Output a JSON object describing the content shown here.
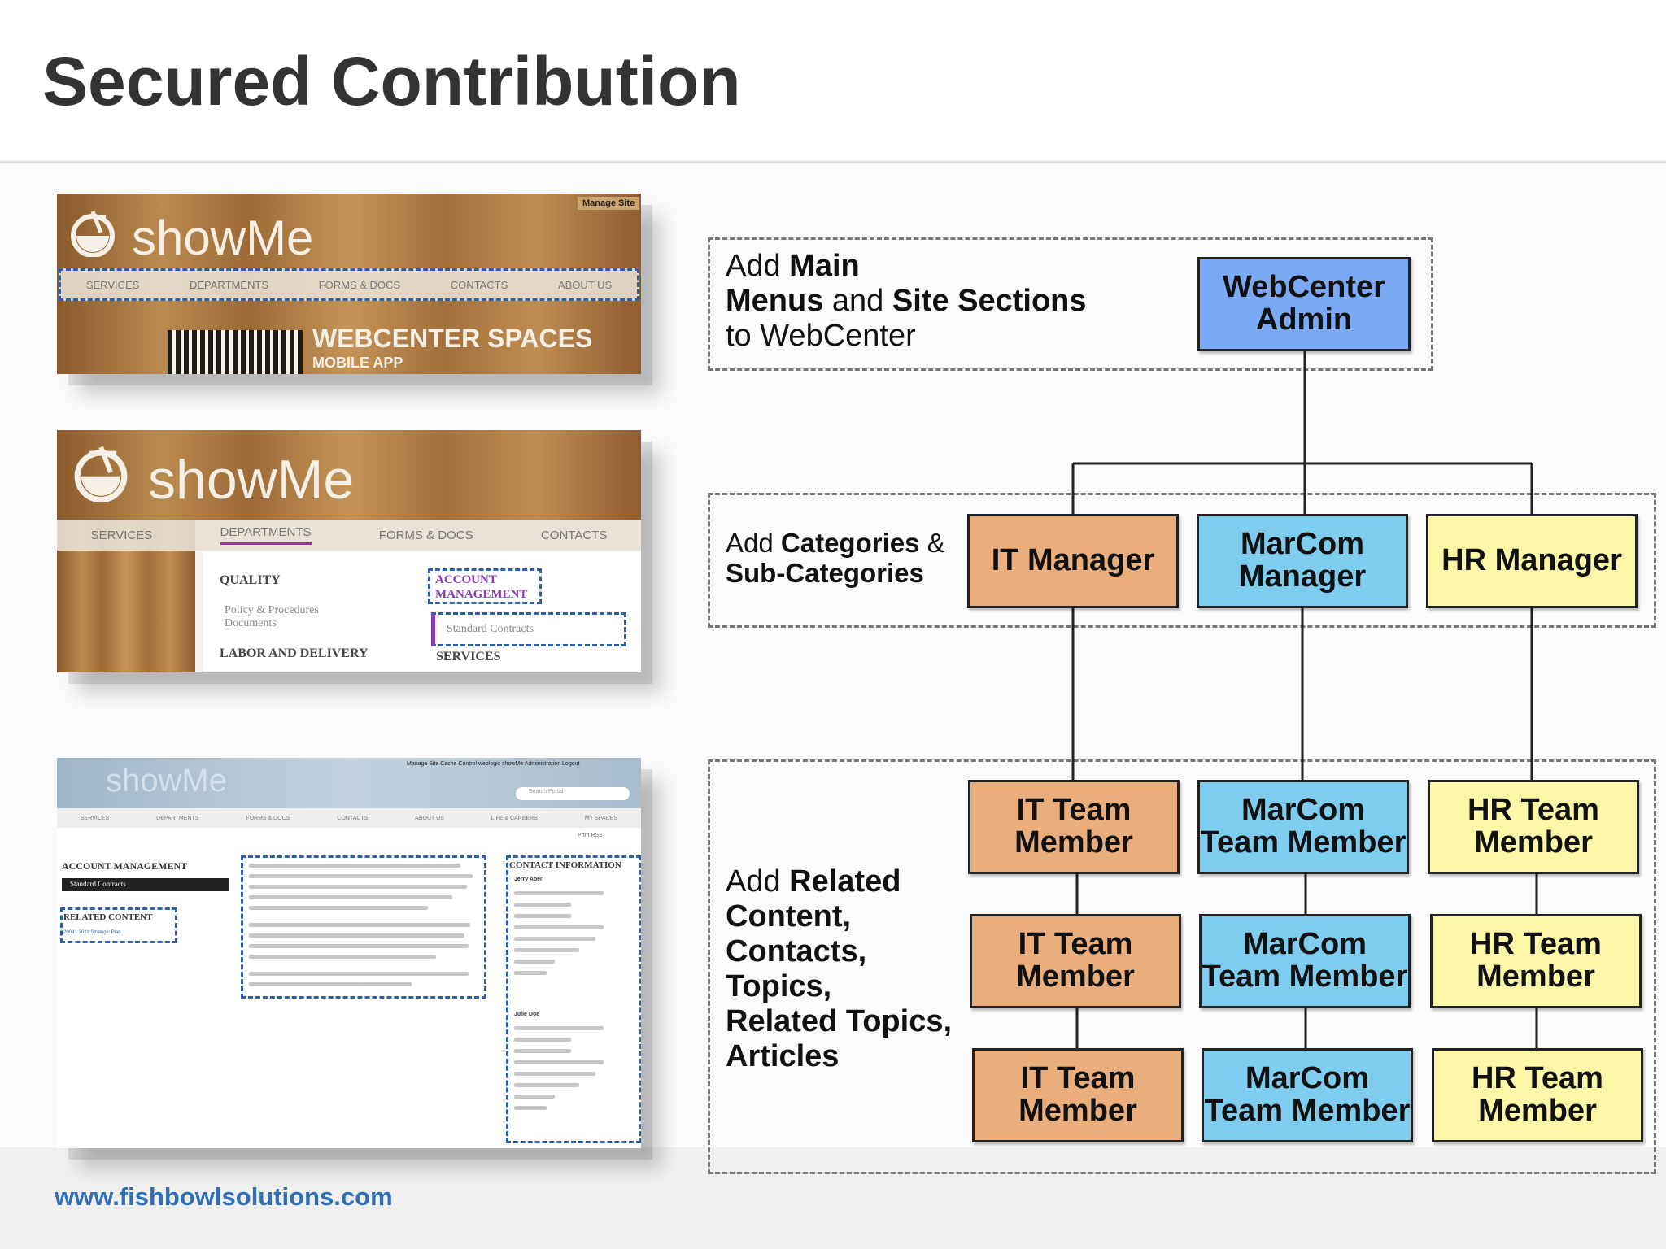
{
  "slide": {
    "title": "Secured Contribution",
    "footer_url": "www.fishbowlsolutions.com"
  },
  "colors": {
    "admin": "#7aaaf5",
    "it": "#e9ae7c",
    "marcom": "#7fcdee",
    "hr": "#fbf7a6"
  },
  "screens": {
    "s1": {
      "logo": "showMe",
      "manage_link": "Manage Site",
      "nav": [
        "SERVICES",
        "DEPARTMENTS",
        "FORMS & DOCS",
        "CONTACTS",
        "ABOUT US"
      ],
      "banner_title": "WEBCENTER SPACES",
      "banner_sub": "MOBILE APP"
    },
    "s2": {
      "logo": "showMe",
      "nav": [
        "SERVICES",
        "DEPARTMENTS",
        "FORMS & DOCS",
        "CONTACTS"
      ],
      "col1_heading": "QUALITY",
      "col1_item": "Policy & Procedures Documents",
      "col1_heading2": "LABOR AND DELIVERY",
      "col2_heading": "ACCOUNT MANAGEMENT",
      "col2_item": "Standard Contracts",
      "col2_heading2": "SERVICES"
    },
    "s3": {
      "logo": "showMe",
      "top_links": "Manage Site  Cache Control  weblogic  showMe  Administration  Logout",
      "search_placeholder": "Search Portal",
      "nav": [
        "SERVICES",
        "DEPARTMENTS",
        "FORMS & DOCS",
        "CONTACTS",
        "ABOUT US",
        "LIFE & CAREERS",
        "MY SPACES"
      ],
      "print_rss": "Print   RSS",
      "left_heading": "ACCOUNT MANAGEMENT",
      "left_selected": "Standard Contracts",
      "related_heading": "RELATED CONTENT",
      "related_item": "2009 - 2011 Strategic Plan",
      "contact_heading": "CONTACT INFORMATION",
      "contact1": "Jerry Aber",
      "contact2": "Julie Doe"
    }
  },
  "diagram": {
    "rows": [
      {
        "label_parts": [
          [
            "Add ",
            false
          ],
          [
            "Main",
            true
          ],
          [
            "\n",
            false
          ],
          [
            "Menus",
            true
          ],
          [
            " and ",
            false
          ],
          [
            "Site Sections",
            true
          ],
          [
            "\n",
            false
          ],
          [
            "to WebCenter",
            false
          ]
        ]
      },
      {
        "label_parts": [
          [
            "Add ",
            false
          ],
          [
            "Categories",
            true
          ],
          [
            " &",
            false
          ],
          [
            "\n",
            false
          ],
          [
            "Sub-Categories",
            true
          ]
        ]
      },
      {
        "label_parts": [
          [
            "Add ",
            false
          ],
          [
            "Related",
            true
          ],
          [
            "\n",
            false
          ],
          [
            "Content,",
            true
          ],
          [
            "\n",
            false
          ],
          [
            "Contacts,",
            true
          ],
          [
            "\n",
            false
          ],
          [
            "Topics,",
            true
          ],
          [
            "\n",
            false
          ],
          [
            "Related Topics,",
            true
          ],
          [
            "\n",
            false
          ],
          [
            "Articles",
            true
          ]
        ]
      }
    ],
    "admin": "WebCenter Admin",
    "managers": [
      "IT Manager",
      "MarCom Manager",
      "HR Manager"
    ],
    "members": [
      "IT Team Member",
      "MarCom Team Member",
      "HR Team Member"
    ]
  }
}
